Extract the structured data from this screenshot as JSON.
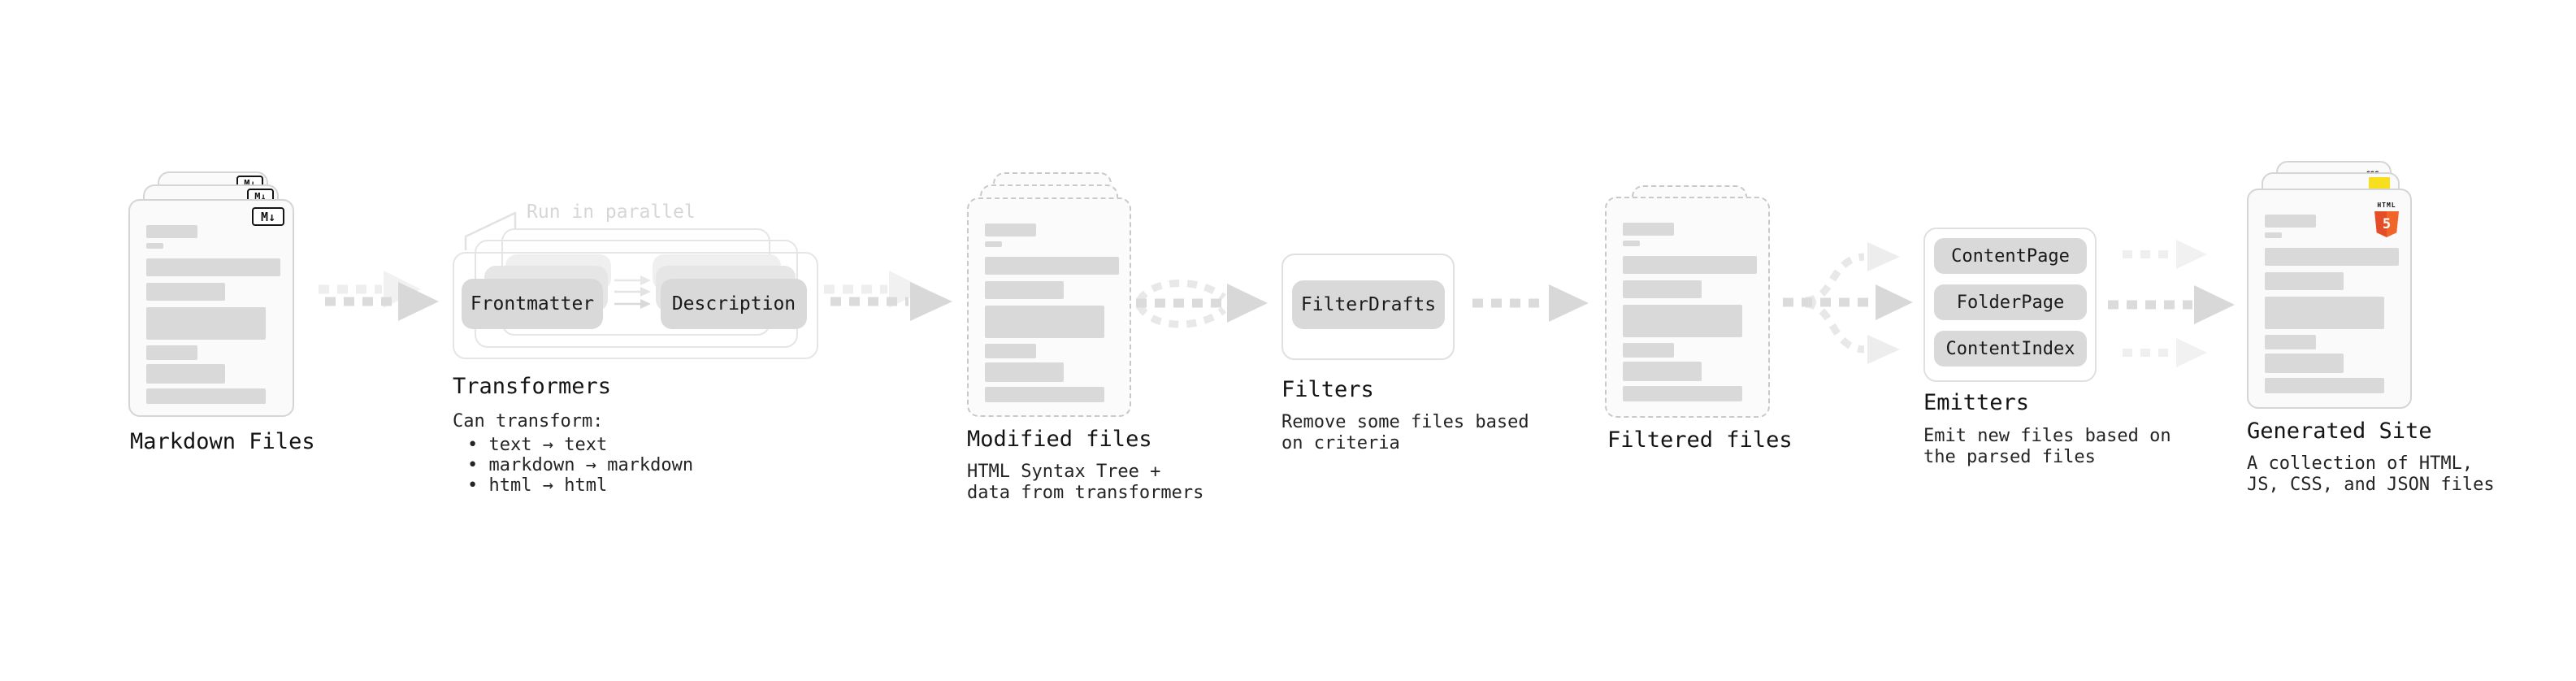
{
  "markdown_files": {
    "label": "Markdown Files",
    "badge": "M↓"
  },
  "transformers": {
    "note": "Run in parallel",
    "input_button": "Frontmatter",
    "output_button": "Description",
    "title": "Transformers",
    "subtitle": "Can transform:",
    "bullets": [
      "text → text",
      "markdown → markdown",
      "html → html"
    ]
  },
  "modified_files": {
    "title": "Modified files",
    "description": "HTML Syntax Tree +\ndata from transformers"
  },
  "filters": {
    "button": "FilterDrafts",
    "title": "Filters",
    "description": "Remove some files based\non criteria"
  },
  "filtered_files": {
    "title": "Filtered files"
  },
  "emitters": {
    "buttons": [
      "ContentPage",
      "FolderPage",
      "ContentIndex"
    ],
    "title": "Emitters",
    "description": "Emit new files based on\nthe parsed files"
  },
  "generated_site": {
    "title": "Generated Site",
    "description": "A collection of HTML,\nJS, CSS, and JSON files",
    "html5_badge_label": "HTML",
    "html5_badge_number": "5",
    "css_badge_label": "CSS"
  },
  "colors": {
    "html5_orange": "#e44d26",
    "html5_orange_light": "#f16529",
    "js_yellow": "#f7df1e",
    "css_blue": "#2965f1",
    "bar_gray": "#d9d9d9"
  }
}
